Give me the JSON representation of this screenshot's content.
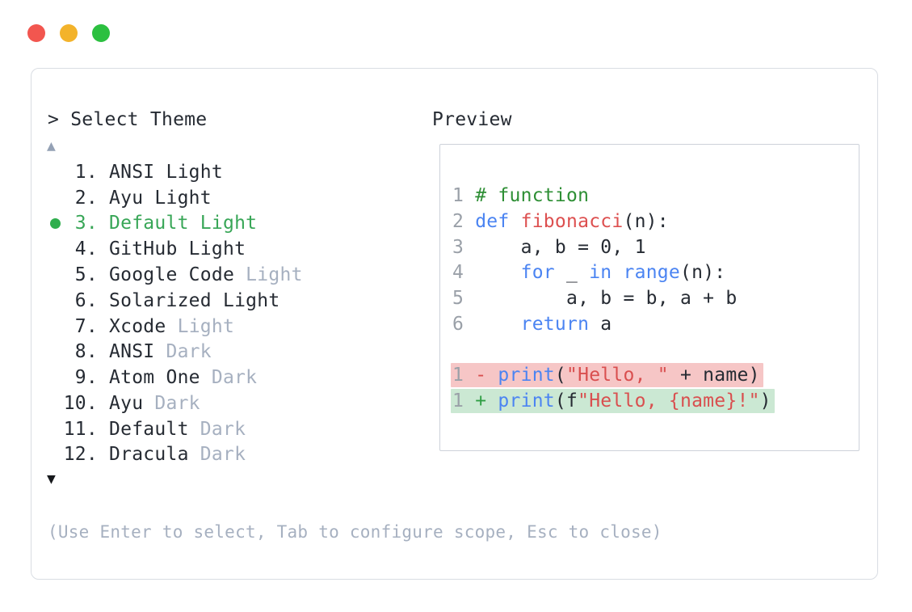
{
  "window": {
    "controls": [
      {
        "name": "close",
        "color": "#f2564f"
      },
      {
        "name": "minimize",
        "color": "#f3b32b"
      },
      {
        "name": "maximize",
        "color": "#2cc040"
      }
    ]
  },
  "prompt": {
    "text": "> Select Theme"
  },
  "preview": {
    "heading": "Preview"
  },
  "list": {
    "scroll_up_indicator": "▲",
    "scroll_down_indicator": "▼",
    "items": [
      {
        "number": "1.",
        "name": "ANSI Light",
        "suffix": "",
        "selected": false
      },
      {
        "number": "2.",
        "name": "Ayu Light",
        "suffix": "",
        "selected": false
      },
      {
        "number": "3.",
        "name": "Default Light",
        "suffix": "",
        "selected": true
      },
      {
        "number": "4.",
        "name": "GitHub Light",
        "suffix": "",
        "selected": false
      },
      {
        "number": "5.",
        "name": "Google Code",
        "suffix": "Light",
        "selected": false
      },
      {
        "number": "6.",
        "name": "Solarized Light",
        "suffix": "",
        "selected": false
      },
      {
        "number": "7.",
        "name": "Xcode",
        "suffix": "Light",
        "selected": false
      },
      {
        "number": "8.",
        "name": "ANSI",
        "suffix": "Dark",
        "selected": false
      },
      {
        "number": "9.",
        "name": "Atom One",
        "suffix": "Dark",
        "selected": false
      },
      {
        "number": "10.",
        "name": "Ayu",
        "suffix": "Dark",
        "selected": false
      },
      {
        "number": "11.",
        "name": "Default",
        "suffix": "Dark",
        "selected": false
      },
      {
        "number": "12.",
        "name": "Dracula",
        "suffix": "Dark",
        "selected": false
      }
    ]
  },
  "code": {
    "lines": [
      {
        "tokens": [
          {
            "t": "1 ",
            "c": "ln"
          },
          {
            "t": "# function",
            "c": "comment"
          }
        ]
      },
      {
        "tokens": [
          {
            "t": "2 ",
            "c": "ln"
          },
          {
            "t": "def",
            "c": "kw"
          },
          {
            "t": " ",
            "c": "plain"
          },
          {
            "t": "fibonacci",
            "c": "fn"
          },
          {
            "t": "(n):",
            "c": "plain"
          }
        ]
      },
      {
        "tokens": [
          {
            "t": "3 ",
            "c": "ln"
          },
          {
            "t": "    a, b = 0, 1",
            "c": "plain"
          }
        ]
      },
      {
        "tokens": [
          {
            "t": "4 ",
            "c": "ln"
          },
          {
            "t": "    ",
            "c": "plain"
          },
          {
            "t": "for",
            "c": "kw"
          },
          {
            "t": " _ ",
            "c": "plain"
          },
          {
            "t": "in",
            "c": "kw"
          },
          {
            "t": " ",
            "c": "plain"
          },
          {
            "t": "range",
            "c": "kw"
          },
          {
            "t": "(n):",
            "c": "plain"
          }
        ]
      },
      {
        "tokens": [
          {
            "t": "5 ",
            "c": "ln"
          },
          {
            "t": "        a, b = b, a + b",
            "c": "plain"
          }
        ]
      },
      {
        "tokens": [
          {
            "t": "6 ",
            "c": "ln"
          },
          {
            "t": "    ",
            "c": "plain"
          },
          {
            "t": "return",
            "c": "kw"
          },
          {
            "t": " a",
            "c": "plain"
          }
        ]
      },
      {
        "tokens": []
      },
      {
        "diff": "removed",
        "tokens": [
          {
            "t": "1 ",
            "c": "ln"
          },
          {
            "t": "- ",
            "c": "minus"
          },
          {
            "t": "print",
            "c": "kw"
          },
          {
            "t": "(",
            "c": "plain"
          },
          {
            "t": "\"Hello, \"",
            "c": "str"
          },
          {
            "t": " + name)",
            "c": "plain"
          }
        ]
      },
      {
        "diff": "added",
        "tokens": [
          {
            "t": "1 ",
            "c": "ln"
          },
          {
            "t": "+ ",
            "c": "plus"
          },
          {
            "t": "print",
            "c": "kw"
          },
          {
            "t": "(f",
            "c": "plain"
          },
          {
            "t": "\"Hello, {name}!\"",
            "c": "str"
          },
          {
            "t": ")",
            "c": "plain"
          }
        ]
      }
    ]
  },
  "help": {
    "text": "(Use Enter to select, Tab to configure scope, Esc to close)"
  },
  "colors": {
    "ink": "#262b33",
    "muted": "#a6b0c0",
    "selected_green": "#38a657",
    "dot_green": "#2fae4d",
    "line_number": "#9aa0a8",
    "keyword_blue": "#4b84f2",
    "function_red": "#dd5050",
    "string_red": "#d94f4f",
    "comment_green": "#2e8f35",
    "diff_minus": "#d94f4f",
    "diff_plus": "#2f9e44",
    "removed_bg": "#f6c6c6",
    "added_bg": "#cbe8d3",
    "panel_border": "#d9dde3",
    "box_border": "#cdd2da",
    "arrow_up": "#94a1b5",
    "arrow_down": "#17191d"
  }
}
